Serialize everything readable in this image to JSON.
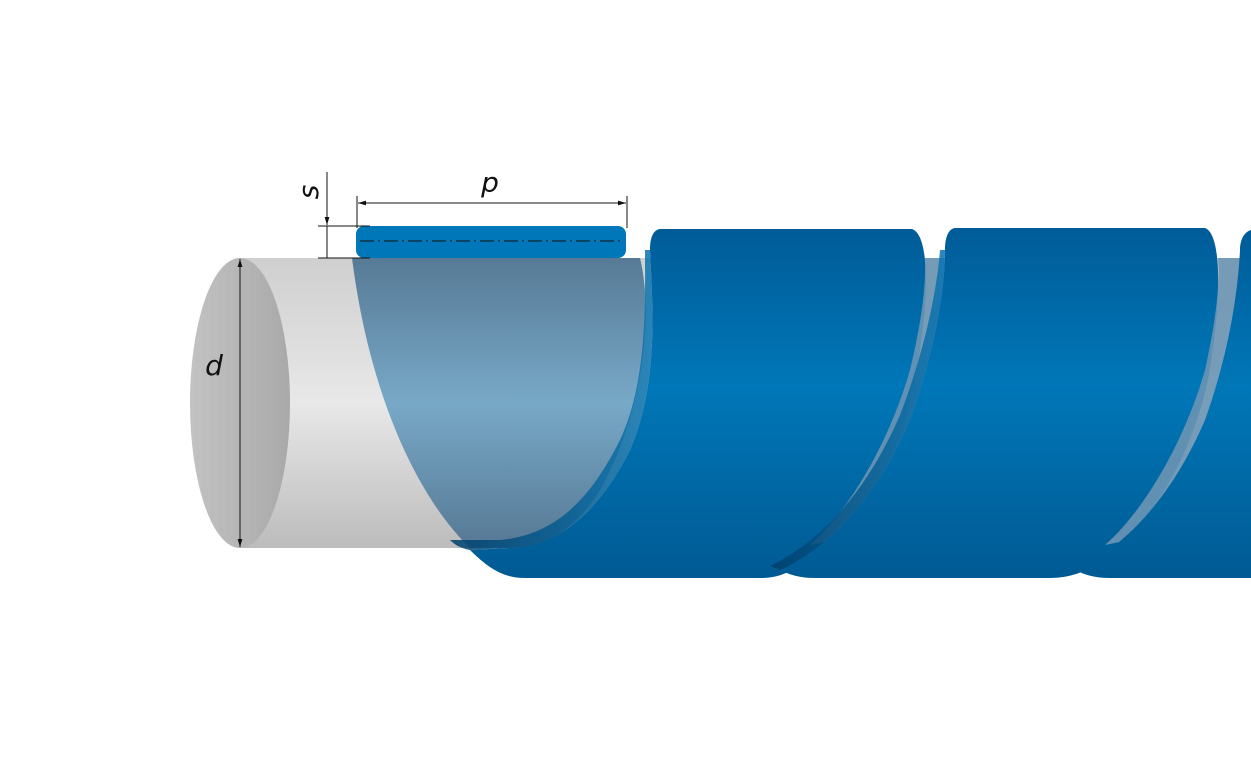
{
  "diagram": {
    "labels": {
      "pitch": "p",
      "thickness": "s",
      "diameter": "d"
    },
    "colors": {
      "rod_light": "#e6e6e6",
      "rod_mid": "#c8c8c8",
      "rod_dark": "#a6a6a6",
      "spiral_light": "#0a84c6",
      "spiral_mid": "#0072b2",
      "spiral_dark": "#004f86",
      "dimension_line": "#111111"
    }
  }
}
